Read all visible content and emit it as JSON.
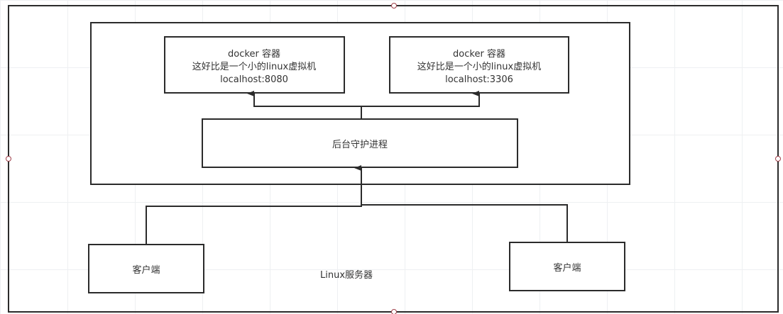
{
  "diagram": {
    "server_label": "Linux服务器",
    "containers": [
      {
        "title": "docker 容器",
        "desc": "这好比是一个小的linux虚拟机",
        "address": "localhost:8080"
      },
      {
        "title": "docker 容器",
        "desc": "这好比是一个小的linux虚拟机",
        "address": "localhost:3306"
      }
    ],
    "daemon_label": "后台守护进程",
    "clients": [
      {
        "label": "客户端"
      },
      {
        "label": "客户端"
      }
    ],
    "stroke_color": "#2b2b2b",
    "handle_color": "#a0404a"
  }
}
